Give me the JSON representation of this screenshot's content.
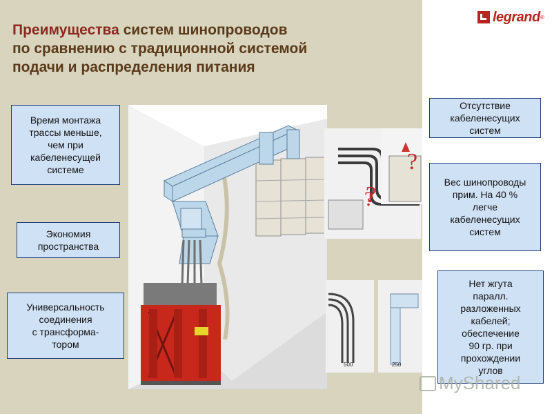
{
  "title": {
    "accent": "Преимущества",
    "rest": " систем шинопроводов\nпо сравнению с традиционной системой\nподачи и распределения питания"
  },
  "logo": {
    "text": "legrand",
    "mark": "®"
  },
  "left_boxes": [
    "Время монтажа\nтрассы меньше,\nчем при\nкабеленесущей\nсистеме",
    "Экономия\nпространства",
    "Универсальность\nсоединения\nс трансформа-\nтором"
  ],
  "right_boxes": [
    "Отсутствие\nкабеленесущих\nсистем",
    "Вес шинопроводы\nприм. На 40 %\nлегче\nкабеленесущих\nсистем",
    "Нет жгута\nпаралл.\nразложенных\nкабелей;\nобеспечение\n90 гр. при\nпрохождении\nуглов"
  ],
  "question_mark": "?",
  "dims": {
    "a": "500",
    "b": "250"
  },
  "transformer_label": "",
  "watermark": "MyShared",
  "colors": {
    "title": "#5a3a1a",
    "accent": "#8a2a20",
    "box_bg": "#cfe2f5",
    "box_border": "#1f3d78",
    "brand": "#b7261e"
  }
}
